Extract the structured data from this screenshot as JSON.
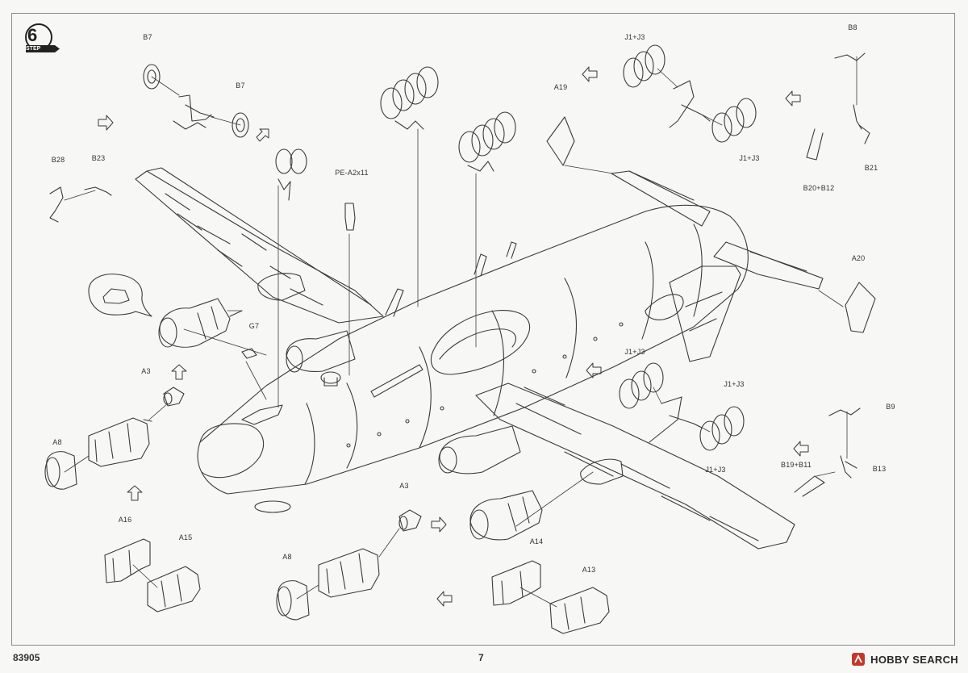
{
  "step": {
    "number": "6",
    "word": "STEP"
  },
  "page_number": "7",
  "product_code": "83905",
  "watermark": {
    "text": "HOBBY SEARCH"
  },
  "part_labels": [
    "B7",
    "B7",
    "J1+J3",
    "J1+J3",
    "B8",
    "B21",
    "B20+B12",
    "A19",
    "B28",
    "B23",
    "PE-A2x11",
    "A20",
    "G7",
    "A3",
    "J1+J3",
    "J1+J3",
    "J1+J3",
    "B9",
    "B19+B11",
    "B13",
    "A8",
    "A3",
    "A16",
    "A15",
    "A8",
    "A14",
    "A13"
  ],
  "colors": {
    "line": "#3a3a3a",
    "paper": "#f7f7f6",
    "badge": "#222222"
  }
}
